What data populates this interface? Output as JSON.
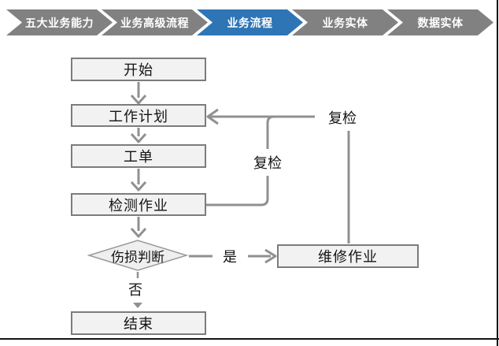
{
  "breadcrumb": {
    "items": [
      {
        "label": "五大业务能力",
        "active": false
      },
      {
        "label": "业务高级流程",
        "active": false
      },
      {
        "label": "业务流程",
        "active": true
      },
      {
        "label": "业务实体",
        "active": false
      },
      {
        "label": "数据实体",
        "active": false
      }
    ],
    "colors": {
      "inactive": "#818181",
      "active": "#2E75B6",
      "text": "#ffffff"
    }
  },
  "flowchart": {
    "nodes": {
      "start": {
        "label": "开始",
        "shape": "rect"
      },
      "plan": {
        "label": "工作计划",
        "shape": "rect"
      },
      "order": {
        "label": "工单",
        "shape": "rect"
      },
      "inspect": {
        "label": "检测作业",
        "shape": "rect"
      },
      "decision": {
        "label": "伤损判断",
        "shape": "diamond"
      },
      "repair": {
        "label": "维修作业",
        "shape": "rect"
      },
      "end": {
        "label": "结束",
        "shape": "rect"
      }
    },
    "edge_labels": {
      "yes": "是",
      "no": "否",
      "recheck_inner": "复检",
      "recheck_outer": "复检"
    },
    "edges": [
      "start -> plan",
      "plan -> order",
      "order -> inspect",
      "inspect -> decision",
      "decision -> repair (是)",
      "decision -> end (否)",
      "inspect -> plan (复检)",
      "repair -> plan (复检)"
    ],
    "colors": {
      "line": "#909090",
      "box_fill": "#f2f2f2",
      "box_border": "#7c7c7c",
      "diamond_fill": "#efefef",
      "text": "#141414"
    }
  }
}
